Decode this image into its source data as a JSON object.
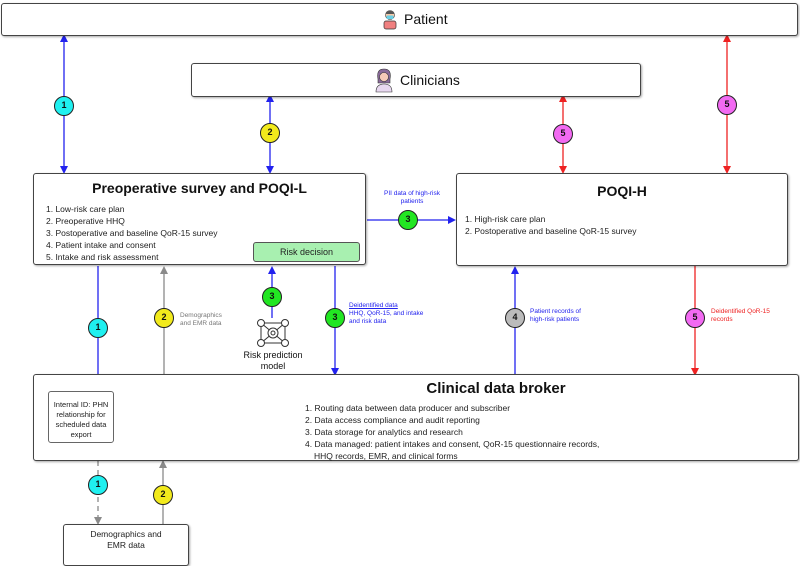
{
  "patient": {
    "label": "Patient",
    "icon": "patient-icon"
  },
  "clinicians": {
    "label": "Clinicians",
    "icon": "clinician-icon"
  },
  "preop": {
    "title": "Preoperative survey and POQI-L",
    "items": [
      "1. Low-risk care plan",
      "2. Preoperative HHQ",
      "3. Postoperative and baseline QoR-15 survey",
      "4. Patient intake and consent",
      "5. Intake and risk assessment"
    ],
    "risk_decision": "Risk decision"
  },
  "poqih": {
    "title": "POQI-H",
    "items": [
      "1. High-risk care plan",
      "2. Postoperative and baseline QoR-15 survey"
    ]
  },
  "broker": {
    "title": "Clinical data broker",
    "items": [
      "1. Routing data between data producer and subscriber",
      "2. Data access compliance and audit reporting",
      "3. Data storage for analytics and research",
      "4. Data managed: patient intakes and consent, QoR-15 questionnaire records,",
      "HHQ records, EMR, and clinical forms"
    ],
    "internal_id": "Internal ID: PHN relationship for scheduled data export"
  },
  "demographics_box": "Demographics and EMR data",
  "risk_model": {
    "label": "Risk prediction model",
    "icon": "network-model-icon"
  },
  "labels": {
    "pii": "PII data of high-risk patients",
    "demographics": "Demographics and EMR data",
    "deid_title": "Deidentified data",
    "deid_body": "HHQ, QoR-15, and intake and risk data",
    "patient_records": "Patient records of high-risk patients",
    "deid_qor": "Deidentified QoR-15 records"
  },
  "badges": {
    "b1": "1",
    "b2": "2",
    "b3": "3",
    "b4": "4",
    "b5": "5"
  },
  "colors": {
    "blue": "#2222ee",
    "red": "#ee2222",
    "gray": "#8a8a8a",
    "cyan": "#1ff0f0",
    "yellow": "#f2ea1c",
    "green": "#22e622",
    "grayBadge": "#bbbbbb",
    "magenta": "#f26af2",
    "riskGreen": "#a8f0b0"
  }
}
